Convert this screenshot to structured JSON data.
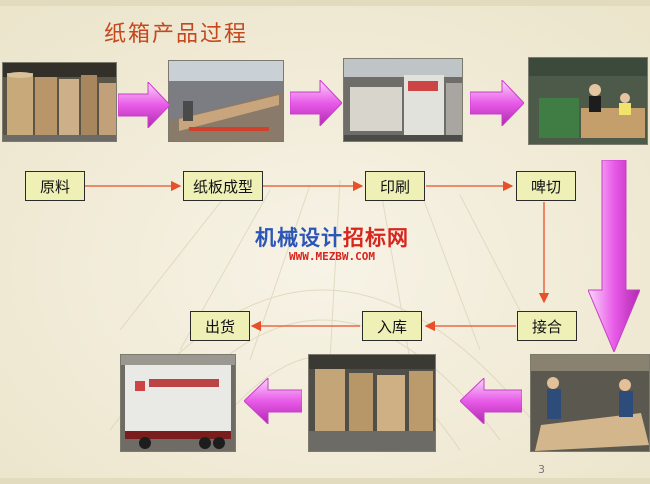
{
  "title": "纸箱产品过程",
  "steps": {
    "raw": "原料",
    "board": "纸板成型",
    "print": "印刷",
    "cut": "啤切",
    "join": "接合",
    "store": "入库",
    "ship": "出货"
  },
  "watermark": {
    "part1": "机械设计",
    "part2": "招标网",
    "url": "WWW.MEZBW.COM"
  },
  "page_number": "3",
  "colors": {
    "title": "#c5471e",
    "box_fill": "#eef0b6",
    "connector": "#e8502a",
    "big_arrow": "#e85be8"
  }
}
